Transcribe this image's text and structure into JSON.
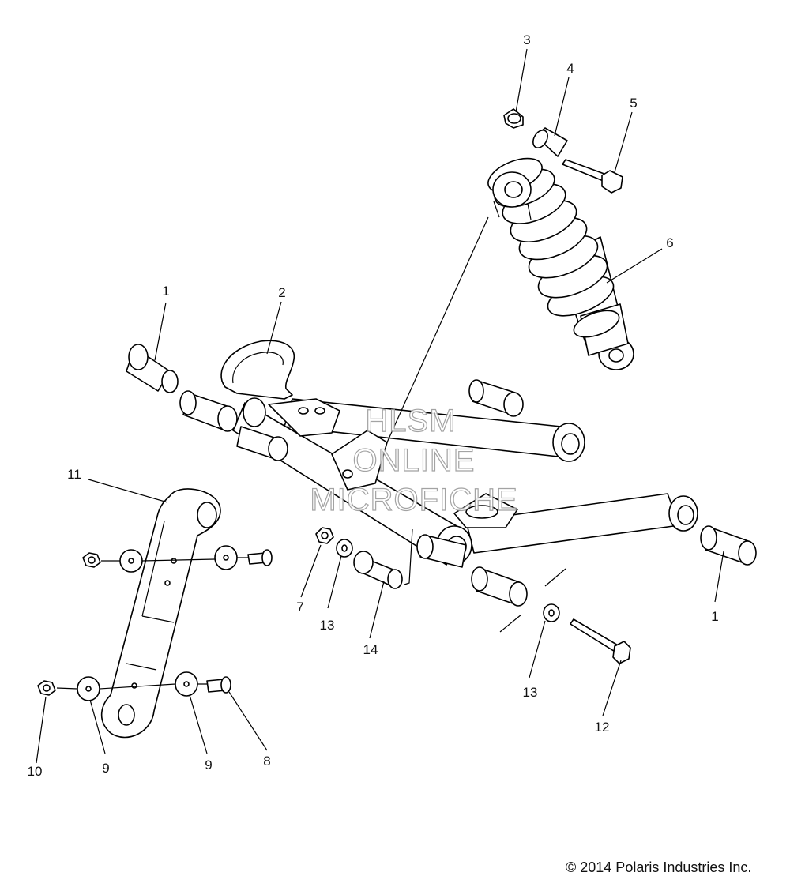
{
  "diagram": {
    "callouts": {
      "c1a": "1",
      "c1b": "1",
      "c2": "2",
      "c3": "3",
      "c4": "4",
      "c5": "5",
      "c6": "6",
      "c7": "7",
      "c8": "8",
      "c9a": "9",
      "c9b": "9",
      "c10": "10",
      "c11": "11",
      "c12": "12",
      "c13a": "13",
      "c13b": "13",
      "c14": "14"
    },
    "watermark": {
      "line1": "HLSM",
      "line2": "ONLINE",
      "line3": "MICROFICHE"
    },
    "copyright": "© 2014 Polaris Industries Inc."
  }
}
